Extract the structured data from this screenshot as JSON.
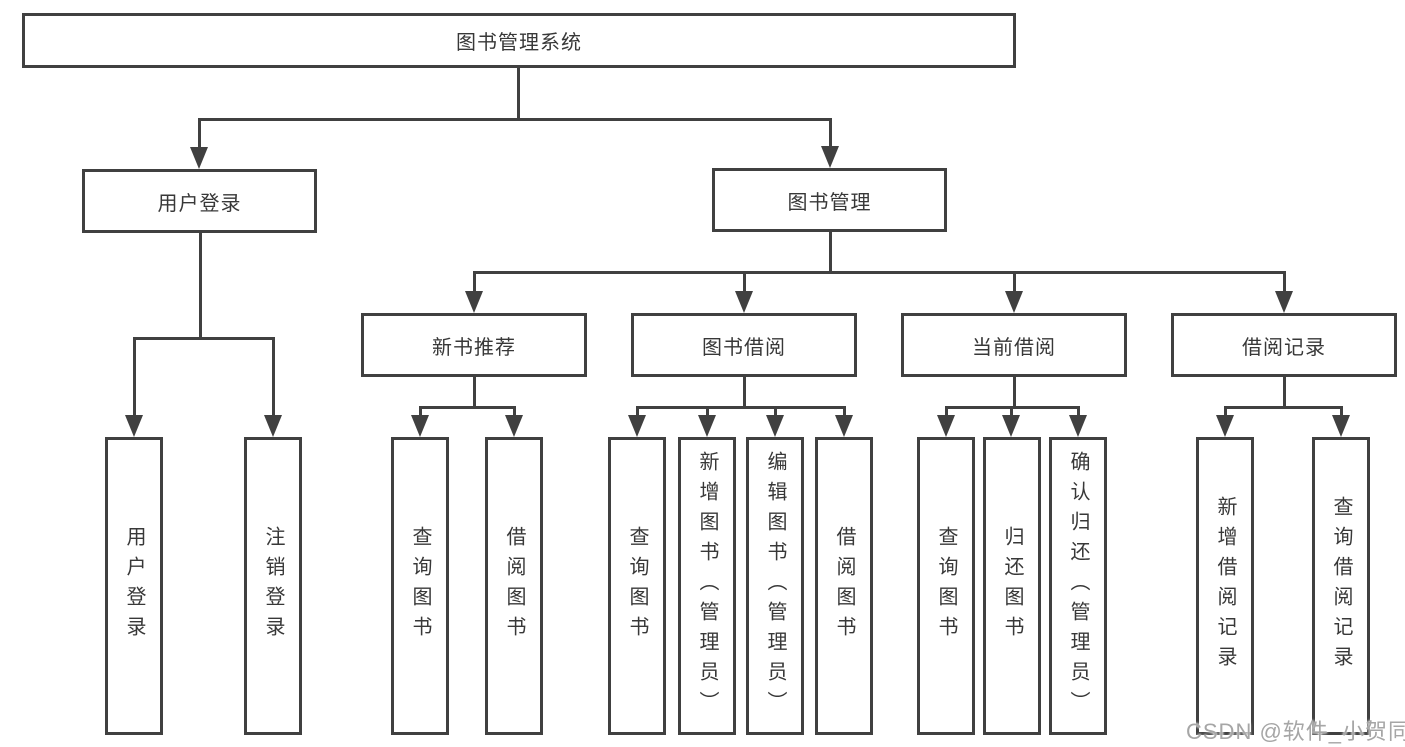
{
  "tree": {
    "root": {
      "label": "图书管理系统"
    },
    "login_branch": {
      "label": "用户登录",
      "children": [
        {
          "label": "用户登录"
        },
        {
          "label": "注销登录"
        }
      ]
    },
    "mgmt_branch": {
      "label": "图书管理",
      "groups": [
        {
          "label": "新书推荐",
          "children": [
            {
              "label": "查询图书"
            },
            {
              "label": "借阅图书"
            }
          ]
        },
        {
          "label": "图书借阅",
          "children": [
            {
              "label": "查询图书"
            },
            {
              "label": "新增图书（管理员）"
            },
            {
              "label": "编辑图书（管理员）"
            },
            {
              "label": "借阅图书"
            }
          ]
        },
        {
          "label": "当前借阅",
          "children": [
            {
              "label": "查询图书"
            },
            {
              "label": "归还图书"
            },
            {
              "label": "确认归还（管理员）"
            }
          ]
        },
        {
          "label": "借阅记录",
          "children": [
            {
              "label": "新增借阅记录"
            },
            {
              "label": "查询借阅记录"
            }
          ]
        }
      ]
    }
  },
  "watermark": "CSDN @软件_小贺同学",
  "colors": {
    "line": "#404040",
    "text": "#383838",
    "watermark": "#a6a6a6",
    "background": "#ffffff"
  }
}
